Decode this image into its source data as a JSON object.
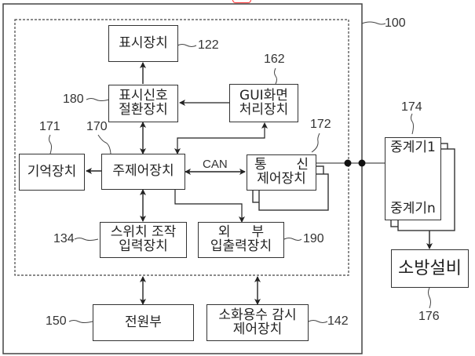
{
  "diagram": {
    "blocks": {
      "display": {
        "label": "표시장치",
        "ref": "122"
      },
      "switcher": {
        "label": "표시신호\n절환장치",
        "ref": "180"
      },
      "gui": {
        "label": "GUI화면\n처리장치",
        "ref": "162"
      },
      "memory": {
        "label": "기억장치",
        "ref": "171"
      },
      "main": {
        "label": "주제어장치",
        "ref": "170"
      },
      "comm": {
        "label": "통       신\n제어장치",
        "ref": "172"
      },
      "switch_input": {
        "label": "스위치 조작\n입력장치",
        "ref": "134"
      },
      "ext_io": {
        "label": "외     부\n입출력장치",
        "ref": "190"
      },
      "power": {
        "label": "전원부",
        "ref": "150"
      },
      "water": {
        "label": "소화용수 감시\n제어장치",
        "ref": "142"
      },
      "relay": {
        "label_first": "중계기1",
        "label_last": "중계기n",
        "ref": "174"
      },
      "fire": {
        "label": "소방설비",
        "ref": "176"
      }
    },
    "outer_ref": "100",
    "bus_label": "CAN"
  }
}
